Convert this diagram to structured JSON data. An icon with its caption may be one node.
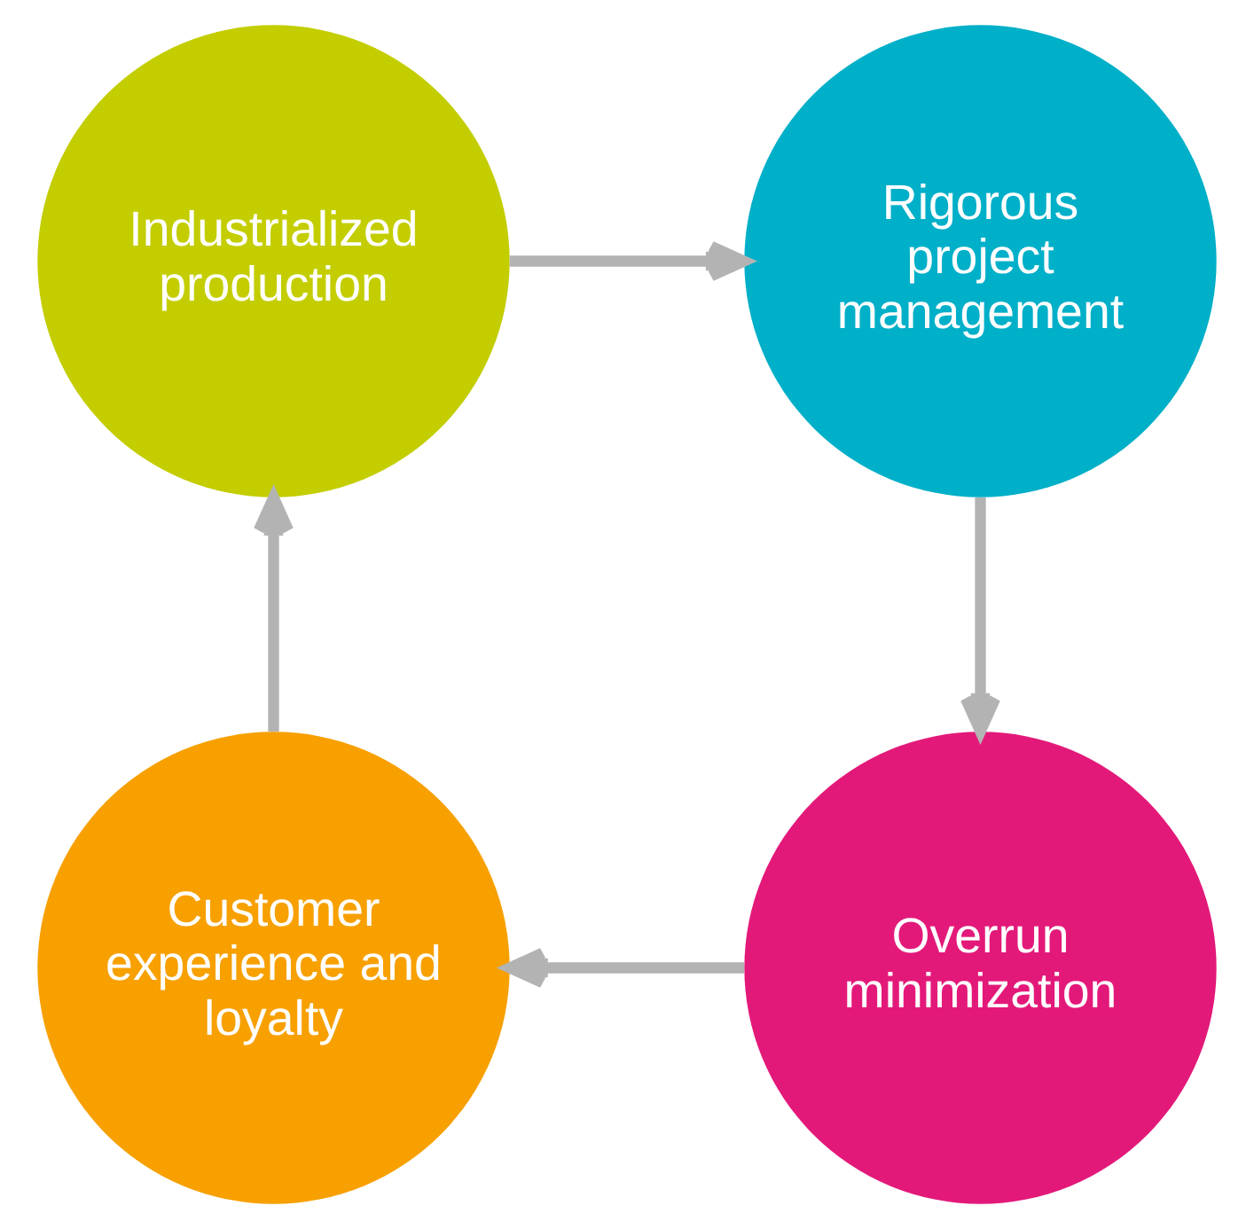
{
  "diagram": {
    "nodes": [
      {
        "text": [
          "Industrialized production"
        ]
      },
      {
        "text": [
          "Rigorous project management"
        ]
      },
      {
        "text": [
          "Customer experience and loyalty"
        ]
      },
      {
        "text": [
          "Overrun minimization"
        ]
      }
    ],
    "edges": [
      {
        "from": 0,
        "to": 1,
        "arrow": "to"
      },
      {
        "from": 1,
        "to": 3,
        "arrow": "to"
      },
      {
        "from": 3,
        "to": 2,
        "arrow": "to"
      },
      {
        "from": 2,
        "to": 0,
        "arrow": "to"
      }
    ]
  }
}
